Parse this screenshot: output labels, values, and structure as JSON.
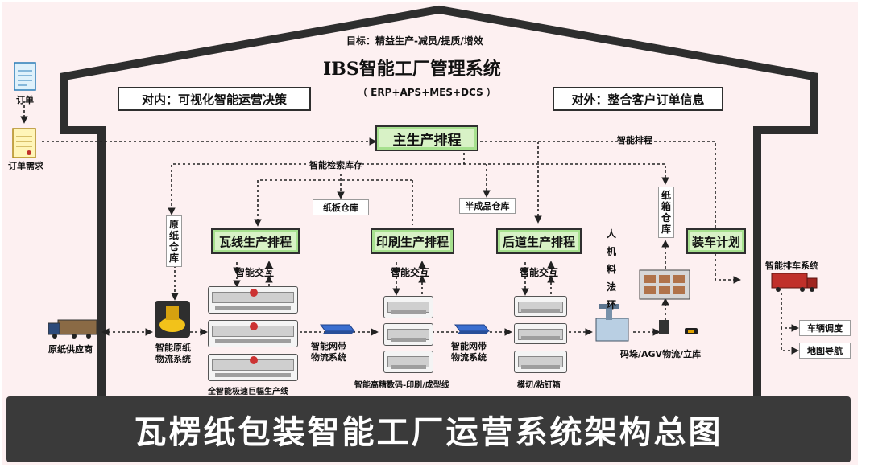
{
  "goal": "目标：精益生产-减员/提质/增效",
  "system_title": "IBS智能工厂管理系统",
  "system_subtitle": "（ ERP+APS+MES+DCS ）",
  "internal_box": "对内：可视化智能运营决策",
  "external_box": "对外：整合客户订单信息",
  "main_schedule": "主生产排程",
  "order": "订单",
  "order_demand": "订单需求",
  "smart_schedule": "智能排程",
  "smart_search": "智能检索库存",
  "board_store": "纸板仓库",
  "semi_store": "半成品仓库",
  "raw_paper_store": "原纸仓库",
  "carton_store": "纸箱仓库",
  "corrugated_schedule": "瓦线生产排程",
  "print_schedule": "印刷生产排程",
  "post_schedule": "后道生产排程",
  "loading_plan": "装车计划",
  "interaction": "智能交互",
  "man_machine": "人机料法环",
  "raw_paper_supplier": "原纸供应商",
  "raw_paper_logistics": "智能原纸物流系统",
  "corrugator_line": "全智能极速巨幅生产线",
  "conveyor_system": "智能网带物流系统",
  "digital_print_line": "智能高精数码-印刷/成型线",
  "die_cut": "模切/粘钉箱",
  "stack_agv": "码垛/AGV物流/立库",
  "truck_system": "智能排车系统",
  "vehicle_dispatch": "车辆调度",
  "map_nav": "地图导航",
  "main_title": "瓦楞纸包装智能工厂运营系统架构总图",
  "colors": {
    "house_stroke": "#2e2e2e",
    "bg_pink": "#fdf0f1",
    "green_fill": "#d8f2c6",
    "banner": "#3a3a3a",
    "truck_red": "#c0302a"
  }
}
